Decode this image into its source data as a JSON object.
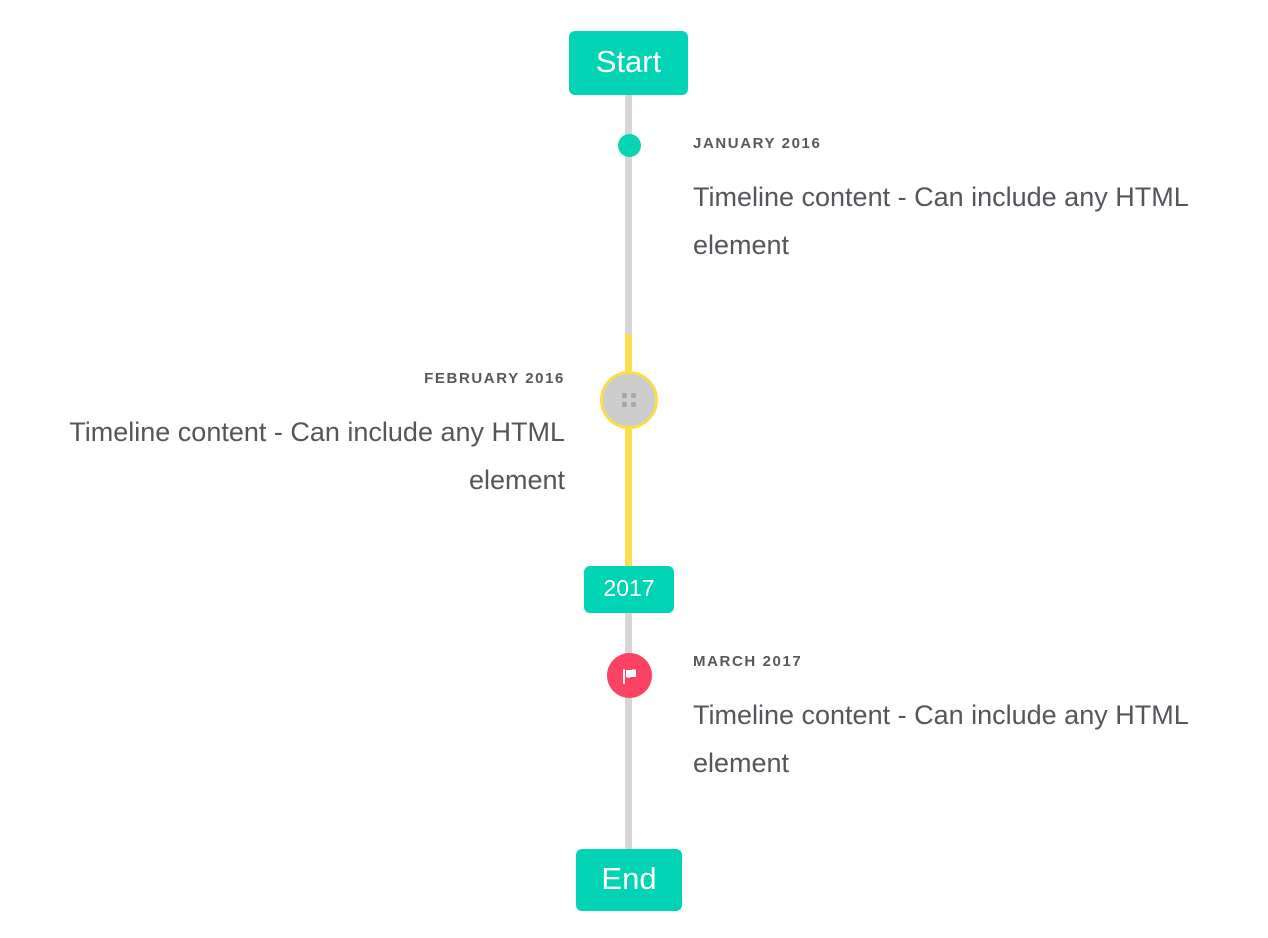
{
  "timeline": {
    "start_label": "Start",
    "end_label": "End",
    "year_marker_label": "2017",
    "colors": {
      "accent_teal": "#00D4B4",
      "rail_gray": "#D6D6D6",
      "rail_yellow": "#FADF4A",
      "marker_pink": "#FC4263",
      "marker_gray": "#CDCDCD",
      "date_text": "#58585A",
      "body_text": "#53565A"
    },
    "entries": [
      {
        "date": "January 2016",
        "body": "Timeline content - Can include any HTML element",
        "side": "right",
        "marker": "dot-icon"
      },
      {
        "date": "February 2016",
        "body": "Timeline content - Can include any HTML element",
        "side": "left",
        "marker": "calendar-icon"
      },
      {
        "date": "March 2017",
        "body": "Timeline content - Can include any HTML element",
        "side": "right",
        "marker": "flag-icon"
      }
    ]
  }
}
